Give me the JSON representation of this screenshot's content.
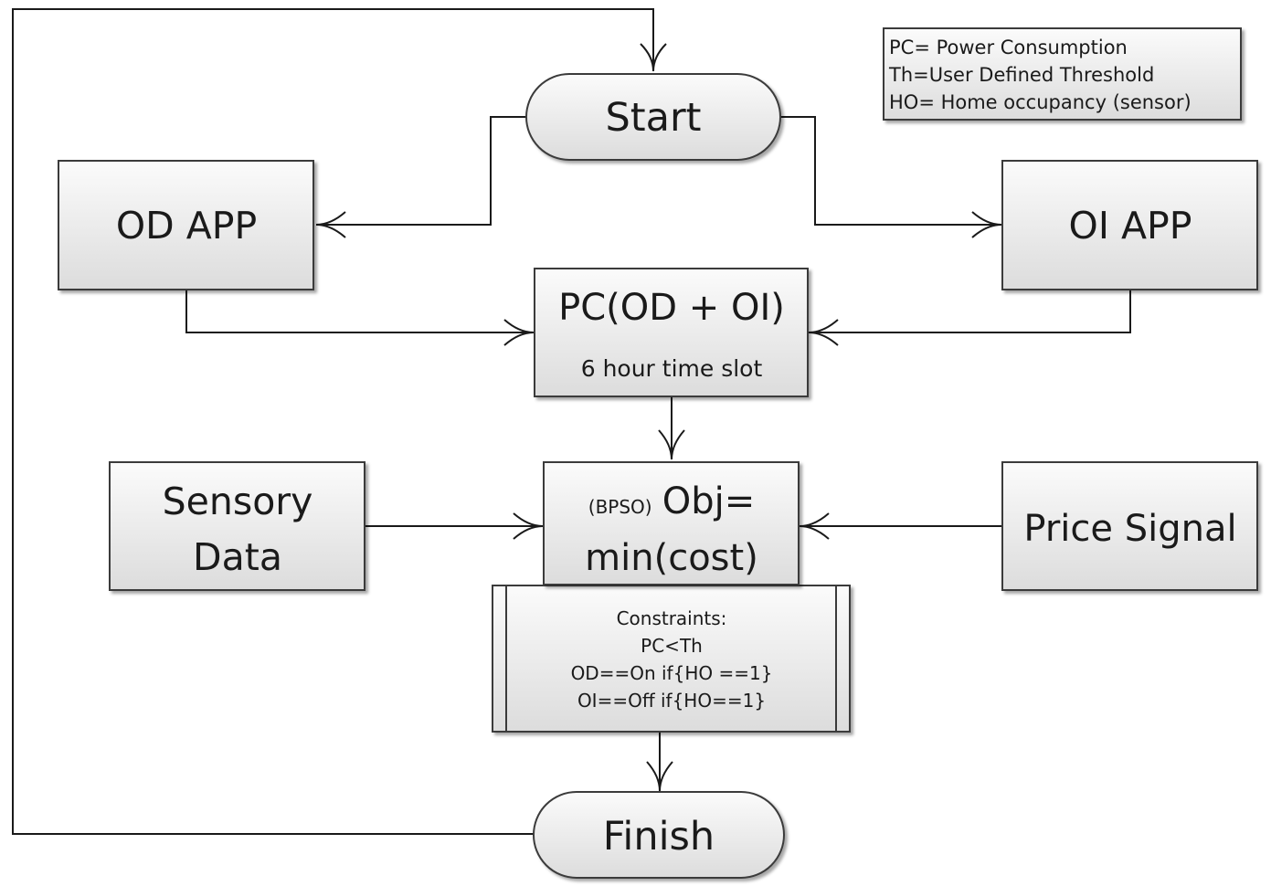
{
  "legend": {
    "lines": [
      "PC= Power Consumption",
      "Th=User Defined Threshold",
      "HO= Home occupancy (sensor)"
    ]
  },
  "nodes": {
    "start": {
      "label": "Start"
    },
    "od_app": {
      "label": "OD APP"
    },
    "oi_app": {
      "label": "OI APP"
    },
    "pc": {
      "title": "PC(OD + OI)",
      "subtitle": "6 hour time slot"
    },
    "sensory": {
      "line1": "Sensory",
      "line2": "Data"
    },
    "objective": {
      "prefix": "(BPSO)",
      "line1": "Obj=",
      "line2": "min(cost)"
    },
    "price": {
      "label": "Price Signal"
    },
    "constraints": {
      "lines": [
        "Constraints:",
        "PC<Th",
        "OD==On if{HO ==1}",
        "OI==Off if{HO==1}"
      ]
    },
    "finish": {
      "label": "Finish"
    }
  },
  "colors": {
    "box_fill_top": "#fbfbfb",
    "box_fill_bottom": "#dcdcdc",
    "stroke": "#1a1a1a"
  }
}
